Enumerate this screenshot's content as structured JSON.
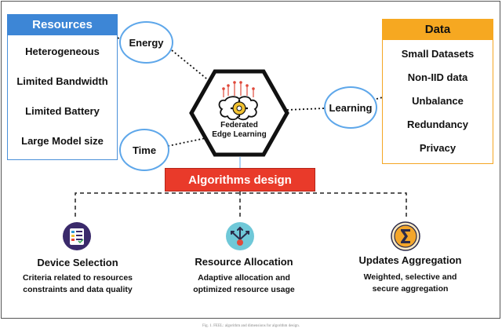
{
  "resources": {
    "title": "Resources",
    "items": [
      "Heterogeneous",
      "Limited Bandwidth",
      "Limited Battery",
      "Large Model size"
    ],
    "color": "#3d86d6"
  },
  "data": {
    "title": "Data",
    "items": [
      "Small Datasets",
      "Non-IID data",
      "Unbalance",
      "Redundancy",
      "Privacy"
    ],
    "color": "#f6a821"
  },
  "bubbles": {
    "energy": "Energy",
    "time": "Time",
    "learning": "Learning"
  },
  "center": {
    "line1": "Federated",
    "line2": "Edge Learning",
    "brain_icon": "brain-gear-icon"
  },
  "algorithms": {
    "title": "Algorithms design",
    "color": "#e93a2a"
  },
  "modules": {
    "device": {
      "title": "Device Selection",
      "desc_line1": "Criteria related to resources",
      "desc_line2": "constraints and data quality",
      "icon": "checklist-icon"
    },
    "resource": {
      "title": "Resource Allocation",
      "desc_line1": "Adaptive allocation and",
      "desc_line2": "optimized resource usage",
      "icon": "split-arrows-icon"
    },
    "updates": {
      "title": "Updates Aggregation",
      "desc_line1": "Weighted, selective and",
      "desc_line2": "secure aggregation",
      "icon": "sigma-icon"
    }
  },
  "caption": "Fig. 1. FEEL: algorithm and dimensions for algorithm design."
}
